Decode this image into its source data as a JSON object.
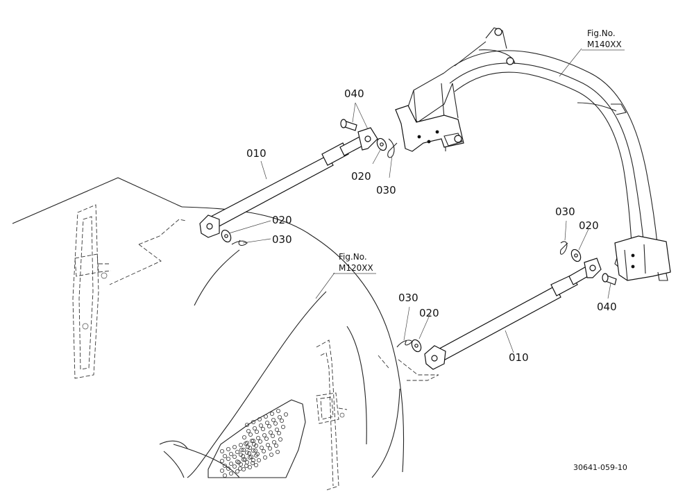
{
  "callouts": {
    "p010": "010",
    "p020": "020",
    "p030": "030",
    "p040": "040"
  },
  "references": {
    "fig_label": "Fig.No.",
    "upper_ref": "M140XX",
    "lower_ref": "M120XX"
  },
  "drawing_code": "30641-059-10",
  "colors": {
    "line": "#222222",
    "background": "#ffffff"
  }
}
